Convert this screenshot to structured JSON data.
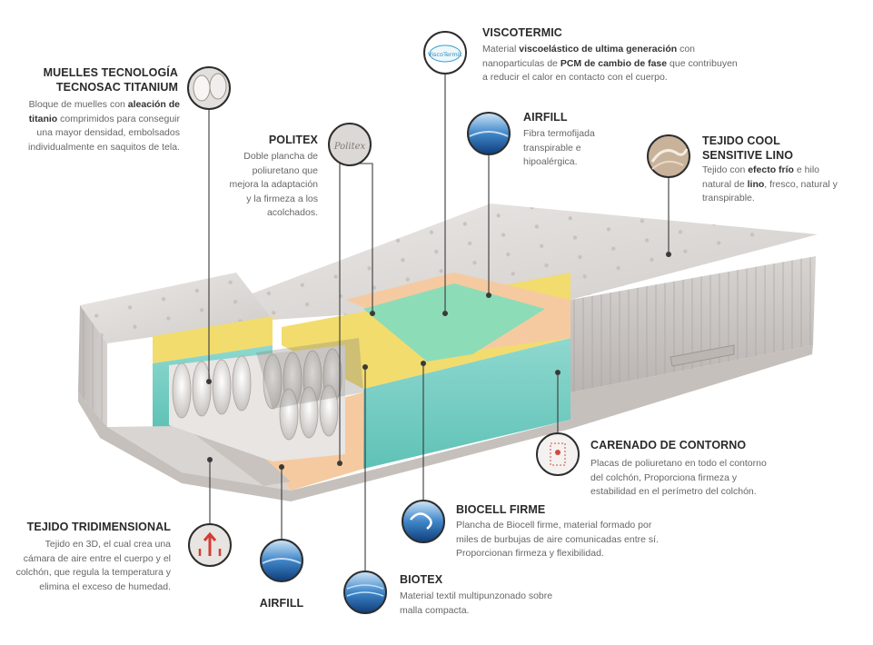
{
  "callouts": {
    "muelles": {
      "title": "MUELLES TECNOLOGÍA TECNOSAC TITANIUM",
      "desc": [
        "Bloque de muelles con ",
        "aleación de titanio",
        " comprimidos para conseguir una mayor densidad, embolsados individualmente en saquitos de tela."
      ],
      "icon": "spring-coil-icon"
    },
    "politex": {
      "title": "POLITEX",
      "desc": "Doble plancha de poliuretano que mejora la adaptación y la firmeza a los acolchados.",
      "icon": "politex-foam-icon"
    },
    "viscotermic": {
      "title": "VISCOTERMIC",
      "desc": [
        "Material ",
        "viscoelástico de ultima generación",
        " con nanoparticulas de ",
        "PCM de cambio de fase",
        " que contribuyen a reducir el calor en contacto con el cuerpo."
      ],
      "icon": "viscotermic-logo-icon",
      "logo_text": "ViscoTermic"
    },
    "airfill_top": {
      "title": "AIRFILL",
      "desc": "Fibra termofijada transpirable e hipoalérgica.",
      "icon": "airfill-fiber-icon"
    },
    "tejido_cool": {
      "title": "TEJIDO COOL SENSITIVE LINO",
      "desc": [
        "Tejido con ",
        "efecto frío",
        " e hilo natural de ",
        "lino",
        ", fresco, natural y transpirable."
      ],
      "icon": "linen-fabric-icon"
    },
    "carenado": {
      "title": "CARENADO DE CONTORNO",
      "desc": "Placas de poliuretano en todo el contorno del colchón, Proporciona firmeza y estabilidad en el perímetro del colchón.",
      "icon": "contour-frame-icon"
    },
    "biocell": {
      "title": "BIOCELL FIRME",
      "desc": "Plancha de Biocell firme, material formado por miles de burbujas de aire comunicadas entre sí. Proporcionan firmeza y flexibilidad.",
      "icon": "biocell-foam-icon"
    },
    "biotex": {
      "title": "BIOTEX",
      "desc": "Material textil multipunzonado sobre malla compacta.",
      "icon": "biotex-mesh-icon"
    },
    "tejido_3d": {
      "title": "TEJIDO TRIDIMENSIONAL",
      "desc": "Tejido en 3D, el cual crea una cámara de aire entre el cuerpo y el colchón, que regula la temperatura y elimina el exceso de humedad.",
      "icon": "3d-fabric-airflow-icon"
    },
    "airfill_bottom": {
      "title": "AIRFILL",
      "icon": "airfill-fiber-icon"
    }
  },
  "colors": {
    "title": "#2a2a2a",
    "text": "#666666",
    "leader": "#3a3a3a",
    "foam_teal": "#7fd1c6",
    "foam_yellow": "#f4e07a",
    "foam_peach": "#f7cfa5",
    "foam_green": "#8fdcbc",
    "fabric": "#d9d5d2"
  }
}
